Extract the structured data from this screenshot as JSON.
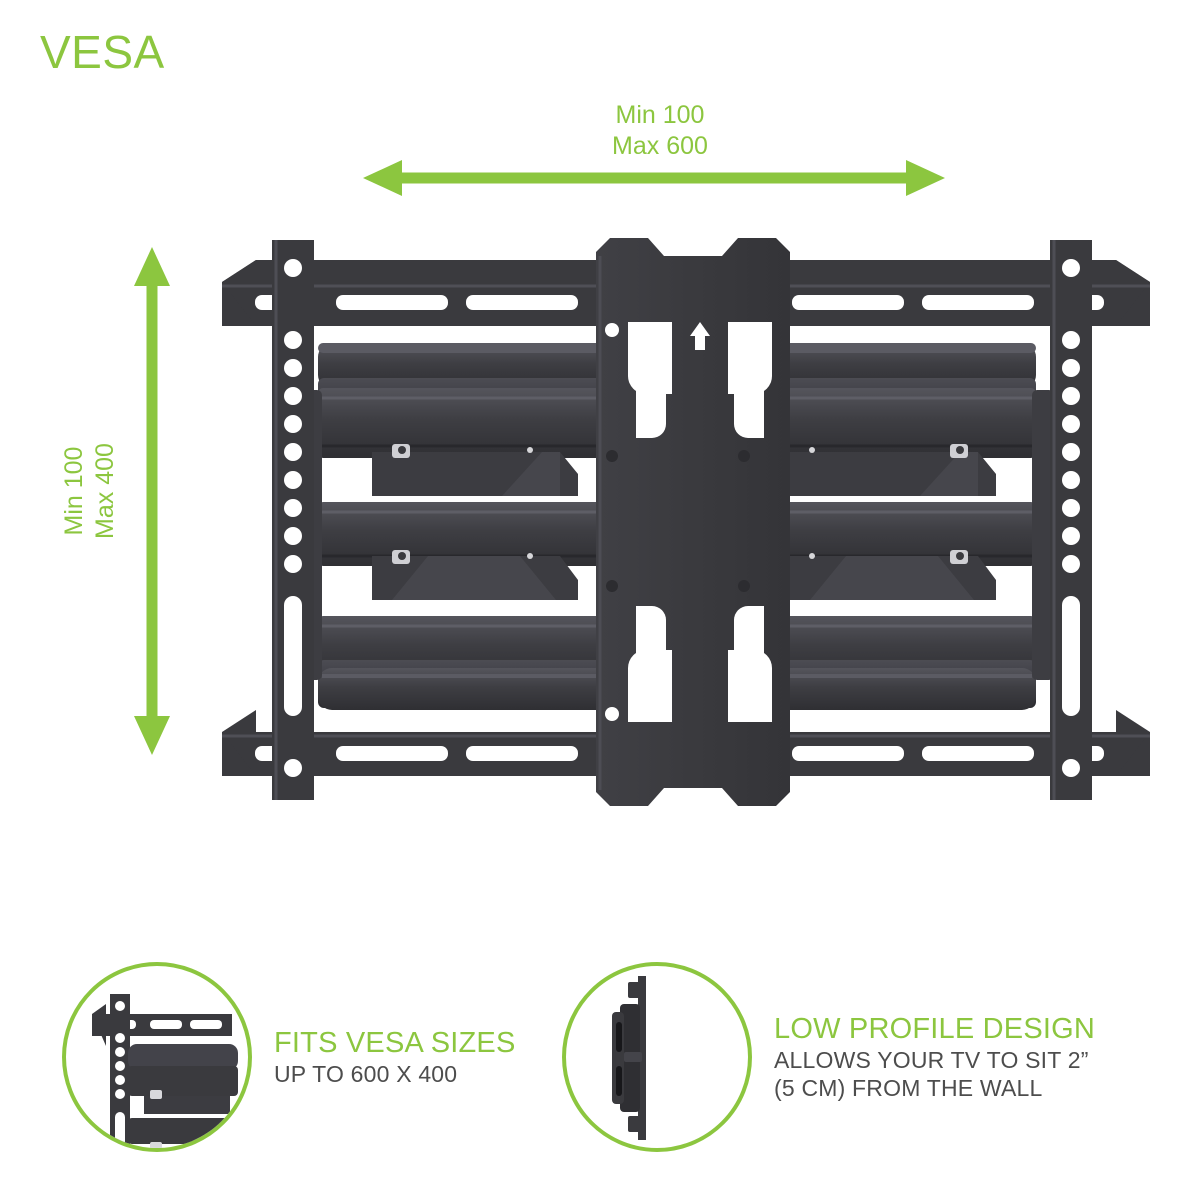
{
  "title": "VESA",
  "colors": {
    "accent_green": "#8cc63f",
    "metal_dark": "#3a3a3c",
    "metal_mid": "#45454a",
    "metal_light": "#55555c",
    "text_gray": "#4d4d4d",
    "background": "#ffffff"
  },
  "dimensions": {
    "horizontal": {
      "name": "horizontal-vesa-range",
      "min_label": "Min 100",
      "max_label": "Max 600",
      "label": "Min 100\nMax 600",
      "min": 100,
      "max": 600,
      "unit": "mm",
      "orientation": "horizontal",
      "arrow": "double"
    },
    "vertical": {
      "name": "vertical-vesa-range",
      "min_label": "Min 100",
      "max_label": "Max 400",
      "label": "Min 100\nMax 400",
      "min": 100,
      "max": 400,
      "unit": "mm",
      "orientation": "vertical",
      "arrow": "double"
    }
  },
  "product": {
    "name": "full-motion-tv-wall-mount",
    "view": "front",
    "center_plate_marking": "up-arrow"
  },
  "features": [
    {
      "icon": "wall-mount-corner-detail-icon",
      "headline": "FITS VESA SIZES",
      "subtext": "UP TO 600 X 400"
    },
    {
      "icon": "wall-mount-side-profile-icon",
      "headline": "LOW PROFILE DESIGN",
      "subtext": "ALLOWS YOUR TV TO SIT 2”\n(5 CM) FROM THE WALL"
    }
  ]
}
